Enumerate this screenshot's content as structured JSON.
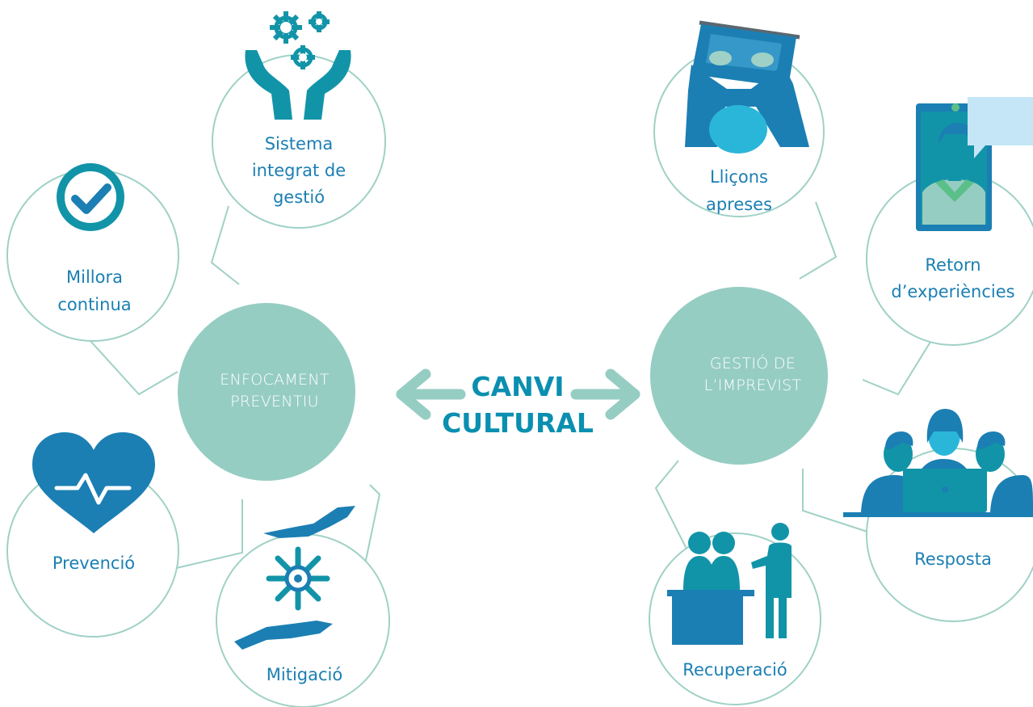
{
  "center": {
    "line1": "CANVI",
    "line2": "CULTURAL"
  },
  "hubs": {
    "left": {
      "line1": "ENFOCAMENT",
      "line2": "PREVENTIU"
    },
    "right": {
      "line1": "GESTIÓ DE",
      "line2": "L’IMPREVIST"
    }
  },
  "nodes": {
    "sistema": {
      "l1": "Sistema",
      "l2": "integrat de",
      "l3": "gestió",
      "icon": "gears-in-hands-icon"
    },
    "millora": {
      "l1": "Millora",
      "l2": "continua",
      "icon": "check-circle-icon"
    },
    "prevencio": {
      "l1": "Prevenció",
      "icon": "heart-pulse-icon"
    },
    "mitigacio": {
      "l1": "Mitigació",
      "icon": "hands-helping-icon"
    },
    "llicons": {
      "l1": "Lliçons",
      "l2": "apreses",
      "icon": "person-laptop-icon"
    },
    "retorn": {
      "l1": "Retorn",
      "l2": "d’experiències",
      "icon": "person-tablet-speech-icon"
    },
    "resposta": {
      "l1": "Resposta",
      "icon": "team-laptop-icon"
    },
    "recuperacio": {
      "l1": "Recuperació",
      "icon": "meeting-presenter-icon"
    }
  },
  "colors": {
    "hub": "#96cdc3",
    "outline": "#9fd1c6",
    "primary_blue": "#1b7fb3",
    "teal": "#1294a8",
    "center_text": "#0a8fb0"
  }
}
